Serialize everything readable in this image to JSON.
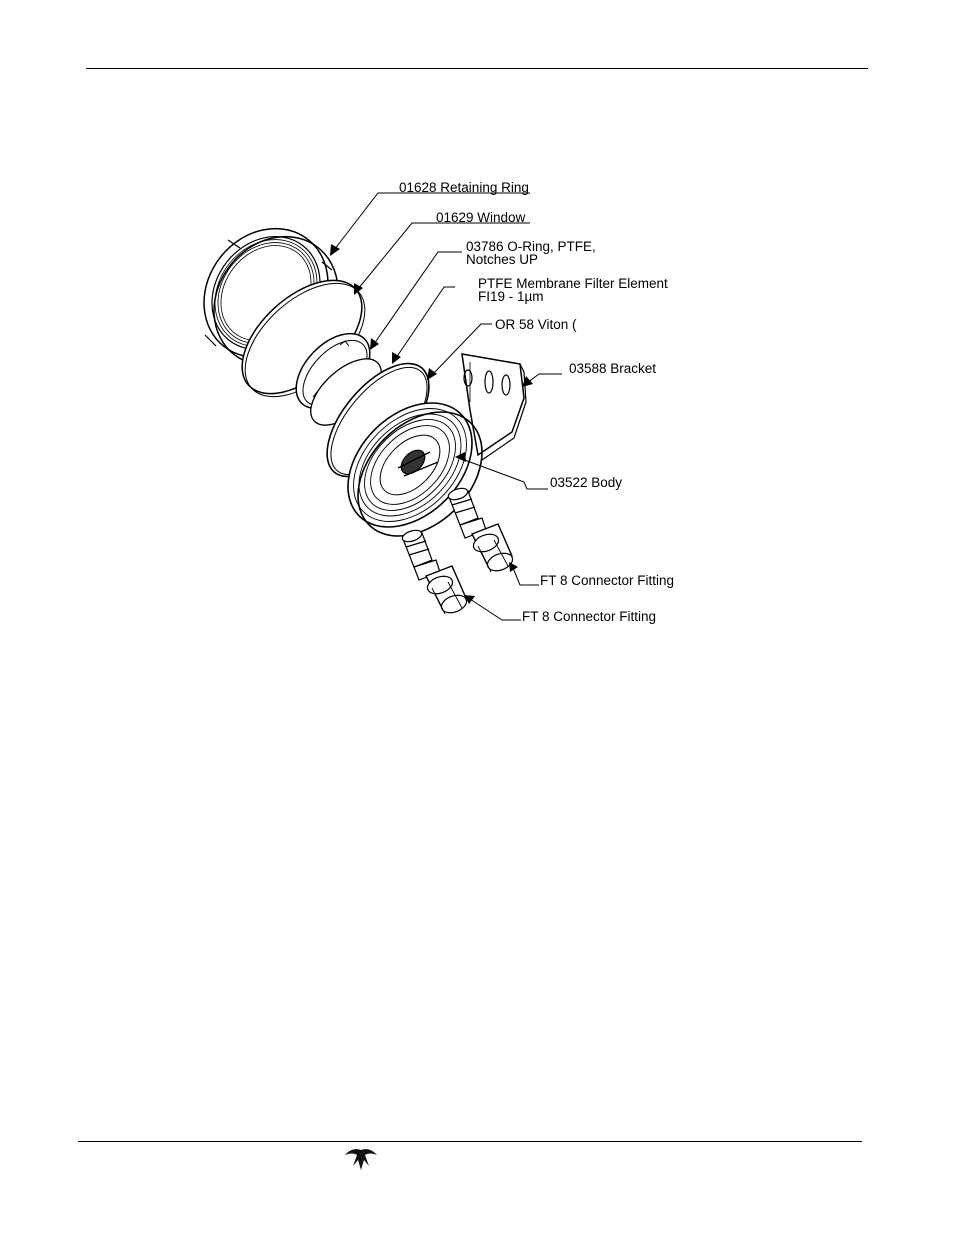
{
  "figure": {
    "labels": {
      "retaining_ring": "01628 Retaining Ring",
      "window": "01629 Window",
      "o_ring_line1": "03786 O-Ring, PTFE,",
      "o_ring_line2": "Notches UP",
      "membrane_line1": "PTFE Membrane Filter Element",
      "membrane_line2": "FI19 - 1µm",
      "viton": "OR 58 Viton (",
      "bracket": "03588 Bracket",
      "body": "03522 Body",
      "fitting_upper": "FT 8 Connector Fitting",
      "fitting_lower": "FT 8 Connector Fitting"
    }
  },
  "footer": {
    "logo_icon": "teledyne-logo-icon"
  }
}
